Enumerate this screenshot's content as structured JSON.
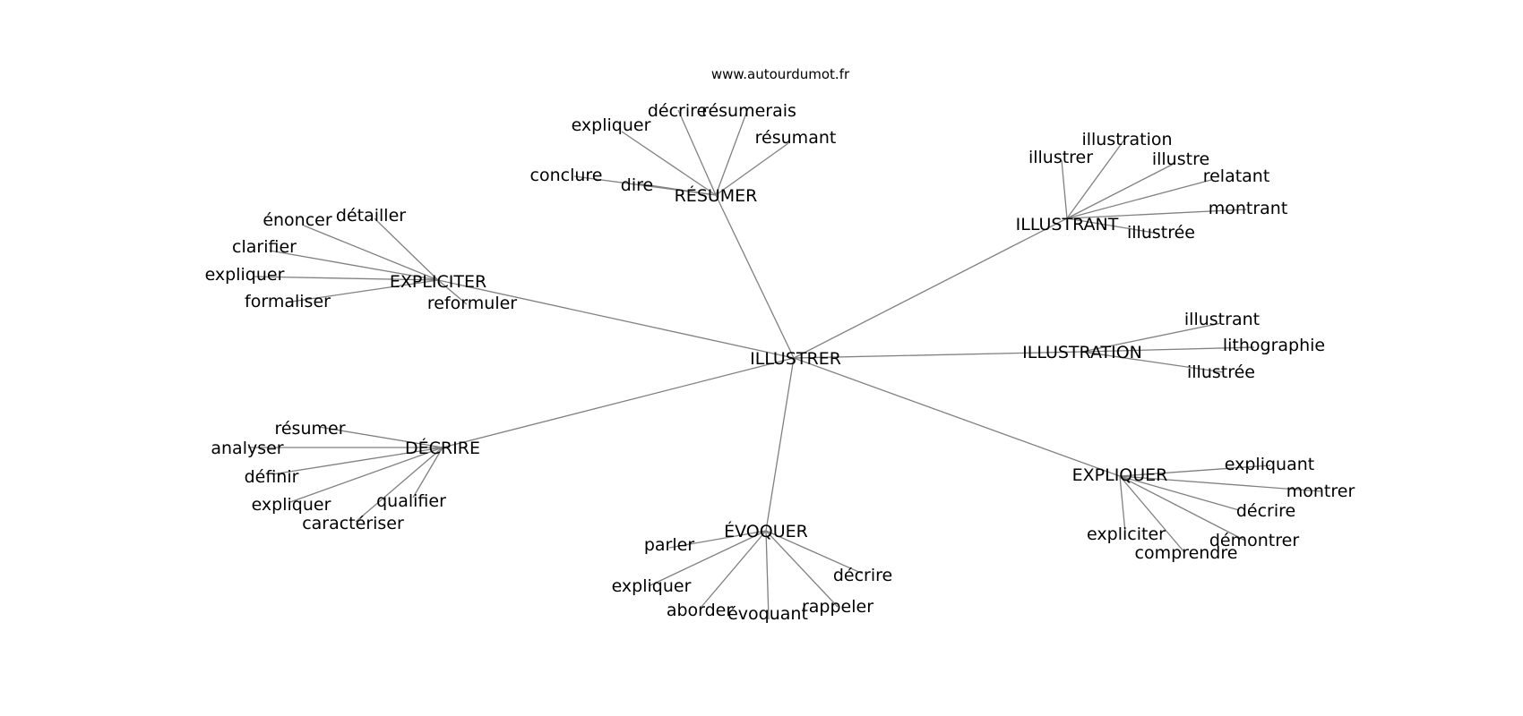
{
  "site": "www.autourdumot.fr",
  "center": "ILLUSTRER",
  "groups": [
    {
      "hub": "RÉSUMER",
      "leaves": [
        "expliquer",
        "décrire",
        "résumerais",
        "résumant",
        "conclure",
        "dire"
      ]
    },
    {
      "hub": "ILLUSTRANT",
      "leaves": [
        "illustration",
        "illustrer",
        "illustre",
        "relatant",
        "montrant",
        "illustrée"
      ]
    },
    {
      "hub": "EXPLICITER",
      "leaves": [
        "détailler",
        "énoncer",
        "clarifier",
        "expliquer",
        "formaliser",
        "reformuler"
      ]
    },
    {
      "hub": "ILLUSTRATION",
      "leaves": [
        "illustrant",
        "lithographie",
        "illustrée"
      ]
    },
    {
      "hub": "DÉCRIRE",
      "leaves": [
        "résumer",
        "analyser",
        "définir",
        "expliquer",
        "qualifier",
        "caractériser"
      ]
    },
    {
      "hub": "EXPLIQUER",
      "leaves": [
        "expliquant",
        "montrer",
        "décrire",
        "expliciter",
        "démontrer",
        "comprendre"
      ]
    },
    {
      "hub": "ÉVOQUER",
      "leaves": [
        "parler",
        "décrire",
        "expliquer",
        "rappeler",
        "aborder",
        "évoquant"
      ]
    }
  ]
}
